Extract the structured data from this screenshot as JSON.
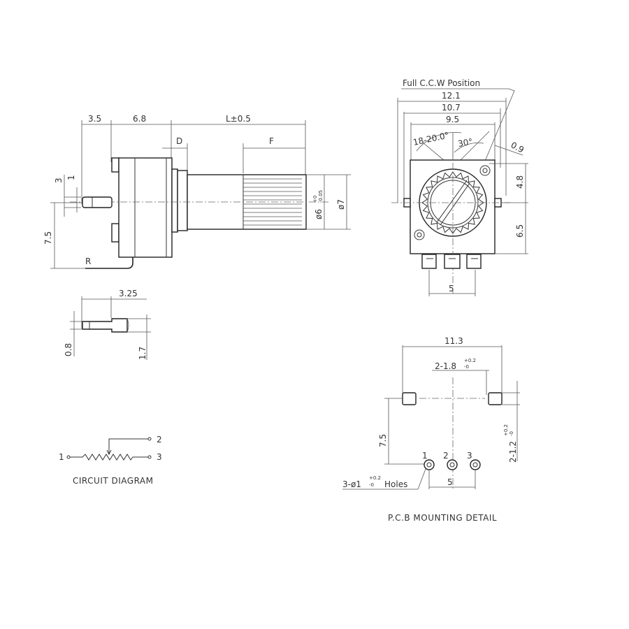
{
  "side_view": {
    "dims": {
      "d35": "3.5",
      "d68": "6.8",
      "length": "L±0.5",
      "d_label": "D",
      "f_label": "F",
      "d3": "3",
      "d1": "1",
      "d75": "7.5",
      "r_label": "R",
      "shaft_dia": "ø6",
      "shaft_tol_upper": "+0",
      "shaft_tol_lower": "-0.05",
      "body_dia": "ø7"
    }
  },
  "pin_detail": {
    "d325": "3.25",
    "d08": "0.8",
    "d17": "1.7"
  },
  "front_view": {
    "ccw_label": "Full C.C.W Position",
    "d121": "12.1",
    "d107": "10.7",
    "d95": "9.5",
    "angle_range": "18-20.0°",
    "angle_30": "30°",
    "d09": "0.9",
    "d48": "4.8",
    "d65": "6.5",
    "d5": "5"
  },
  "circuit": {
    "pin1": "1",
    "pin2": "2",
    "pin3": "3",
    "caption": "CIRCUIT DIAGRAM"
  },
  "pcb": {
    "d113": "11.3",
    "slot_main": "2-1.8",
    "slot_tol_upper": "+0.2",
    "slot_tol_lower": "-0",
    "d75": "7.5",
    "slot_h_main": "2-1.2",
    "slot_h_tol_upper": "+0.2",
    "slot_h_tol_lower": "-0",
    "pin1": "1",
    "pin2": "2",
    "pin3": "3",
    "holes_main": "3-ø1",
    "holes_tol_upper": "+0.2",
    "holes_tol_lower": "-0",
    "holes_suffix": "Holes",
    "d5": "5",
    "caption": "P.C.B MOUNTING DETAIL"
  }
}
